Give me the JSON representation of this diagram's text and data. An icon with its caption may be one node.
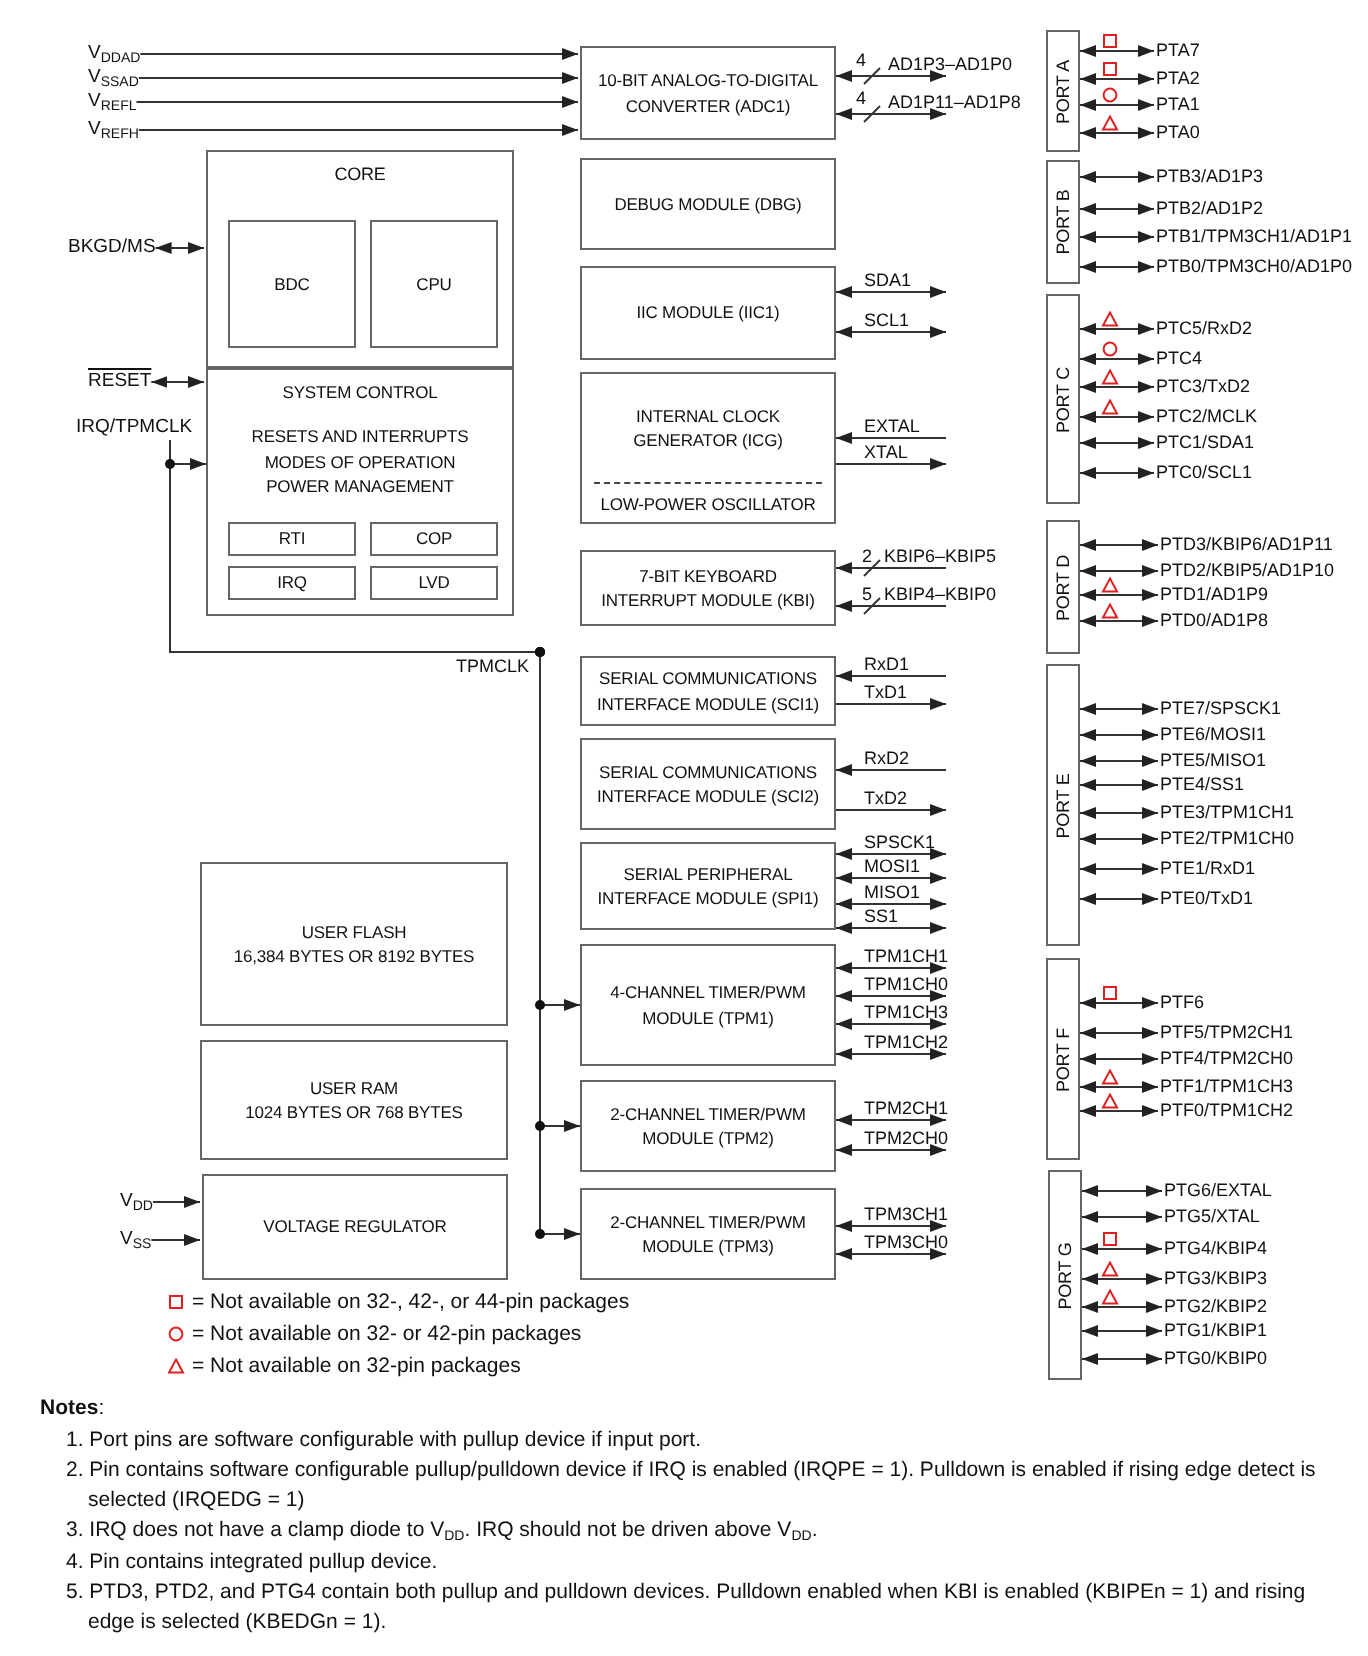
{
  "diagram": {
    "nodes": [
      {
        "text": [
          "V$_{DDAD}$"
        ]
      },
      {
        "text": [
          "V$_{SSAD}$"
        ]
      },
      {
        "text": [
          "V$_{REFL}$"
        ]
      },
      {
        "text": [
          "V$_{REFH}$"
        ]
      },
      {
        "text": [
          "10-BIT ANALOG-TO-DIGITAL CONVERTER (ADC1)"
        ]
      },
      {
        "text": [
          "PORT A"
        ]
      },
      {
        "text": [
          "PTA7"
        ]
      },
      {
        "text": [
          "PTA2"
        ]
      },
      {
        "text": [
          "PTA1"
        ]
      },
      {
        "text": [
          "PTA0"
        ]
      },
      {
        "text": [
          "CORE"
        ]
      },
      {
        "text": [
          "BDC"
        ],
        "in": 10
      },
      {
        "text": [
          "CPU"
        ],
        "in": 10
      },
      {
        "text": [
          "BKGD/MS"
        ]
      },
      {
        "text": [
          "DEBUG MODULE (DBG)"
        ]
      },
      {
        "text": [
          "PORT B"
        ]
      },
      {
        "text": [
          "PTB3/AD1P3"
        ]
      },
      {
        "text": [
          "PTB2/AD1P2"
        ]
      },
      {
        "text": [
          "PTB1/TPM3CH1/AD1P1"
        ]
      },
      {
        "text": [
          "PTB0/TPM3CH0/AD1P0"
        ]
      },
      {
        "text": [
          "IIC MODULE (IIC1)"
        ]
      },
      {
        "text": [
          "PORT C"
        ]
      },
      {
        "text": [
          "PTC5/RxD2"
        ]
      },
      {
        "text": [
          "PTC4"
        ]
      },
      {
        "text": [
          "PTC3/TxD2"
        ]
      },
      {
        "text": [
          "PTC2/MCLK"
        ]
      },
      {
        "text": [
          "PTC1/SDA1"
        ]
      },
      {
        "text": [
          "PTC0/SCL1"
        ]
      },
      {
        "text": [
          "SYSTEM CONTROL",
          "RESETS AND INTERRUPTS",
          "MODES OF OPERATION",
          "POWER MANAGEMENT"
        ]
      },
      {
        "text": [
          "RTI"
        ],
        "in": 28
      },
      {
        "text": [
          "COP"
        ],
        "in": 28
      },
      {
        "text": [
          "IRQ"
        ],
        "in": 28
      },
      {
        "text": [
          "LVD"
        ],
        "in": 28
      },
      {
        "text": [
          "RESET"
        ]
      },
      {
        "text": [
          "IRQ/TPMCLK"
        ]
      },
      {
        "text": [
          "INTERNAL CLOCK GENERATOR (ICG)",
          "LOW-POWER OSCILLATOR"
        ]
      },
      {
        "text": [
          "7-BIT KEYBOARD INTERRUPT MODULE (KBI)"
        ]
      },
      {
        "text": [
          "PORT D"
        ]
      },
      {
        "text": [
          "PTD3/KBIP6/AD1P11"
        ]
      },
      {
        "text": [
          "PTD2/KBIP5/AD1P10"
        ]
      },
      {
        "text": [
          "PTD1/AD1P9"
        ]
      },
      {
        "text": [
          "PTD0/AD1P8"
        ]
      },
      {
        "text": [
          "SERIAL COMMUNICATIONS INTERFACE MODULE (SCI1)"
        ]
      },
      {
        "text": [
          "PORT E"
        ]
      },
      {
        "text": [
          "PTE7/SPSCK1"
        ]
      },
      {
        "text": [
          "PTE6/MOSI1"
        ]
      },
      {
        "text": [
          "PTE5/MISO1"
        ]
      },
      {
        "text": [
          "PTE4/SS1"
        ]
      },
      {
        "text": [
          "PTE3/TPM1CH1"
        ]
      },
      {
        "text": [
          "PTE2/TPM1CH0"
        ]
      },
      {
        "text": [
          "PTE1/RxD1"
        ]
      },
      {
        "text": [
          "PTE0/TxD1"
        ]
      },
      {
        "text": [
          "SERIAL COMMUNICATIONS INTERFACE MODULE (SCI2)"
        ]
      },
      {
        "text": [
          "SERIAL PERIPHERAL INTERFACE MODULE (SPI1)"
        ]
      },
      {
        "text": [
          "USER FLASH",
          "16,384 BYTES OR 8192 BYTES"
        ]
      },
      {
        "text": [
          "4-CHANNEL TIMER/PWM MODULE (TPM1)"
        ]
      },
      {
        "text": [
          "PORT F"
        ]
      },
      {
        "text": [
          "PTF6"
        ]
      },
      {
        "text": [
          "PTF5/TPM2CH1"
        ]
      },
      {
        "text": [
          "PTF4/TPM2CH0"
        ]
      },
      {
        "text": [
          "PTF1/TPM1CH3"
        ]
      },
      {
        "text": [
          "PTF0/TPM1CH2"
        ]
      },
      {
        "text": [
          "USER RAM",
          "1024 BYTES OR 768 BYTES"
        ]
      },
      {
        "text": [
          "2-CHANNEL TIMER/PWM MODULE (TPM2)"
        ]
      },
      {
        "text": [
          "PORT G"
        ]
      },
      {
        "text": [
          "PTG6/EXTAL"
        ]
      },
      {
        "text": [
          "PTG5/XTAL"
        ]
      },
      {
        "text": [
          "PTG4/KBIP4"
        ]
      },
      {
        "text": [
          "PTG3/KBIP3"
        ]
      },
      {
        "text": [
          "PTG2/KBIP2"
        ]
      },
      {
        "text": [
          "PTG1/KBIP1"
        ]
      },
      {
        "text": [
          "PTG0/KBIP0"
        ]
      },
      {
        "text": [
          "V$_{DD}$"
        ]
      },
      {
        "text": [
          "V$_{SS}$"
        ]
      },
      {
        "text": [
          "VOLTAGE REGULATOR"
        ]
      },
      {
        "text": [
          "2-CHANNEL TIMER/PWM MODULE (TPM3)"
        ]
      }
    ],
    "edges": [
      {
        "from": 0,
        "to": 4,
        "arrow": "to"
      },
      {
        "from": 1,
        "to": 4,
        "arrow": "to"
      },
      {
        "from": 2,
        "to": 4,
        "arrow": "to"
      },
      {
        "from": 3,
        "to": 4,
        "arrow": "to"
      },
      {
        "from": 4,
        "to": null,
        "arrow": "both",
        "label": "AD1P3–AD1P0"
      },
      {
        "from": 4,
        "to": null,
        "arrow": "both",
        "label": "AD1P11–AD1P8"
      },
      {
        "from": 5,
        "to": 6,
        "arrow": "both"
      },
      {
        "from": 5,
        "to": 7,
        "arrow": "both"
      },
      {
        "from": 5,
        "to": 8,
        "arrow": "both"
      },
      {
        "from": 5,
        "to": 9,
        "arrow": "both"
      },
      {
        "from": 13,
        "to": 10,
        "arrow": "both"
      },
      {
        "from": 15,
        "to": 16,
        "arrow": "both"
      },
      {
        "from": 15,
        "to": 17,
        "arrow": "both"
      },
      {
        "from": 15,
        "to": 18,
        "arrow": "both"
      },
      {
        "from": 15,
        "to": 19,
        "arrow": "both"
      },
      {
        "from": 20,
        "to": null,
        "arrow": "both",
        "label": "SDA1"
      },
      {
        "from": 20,
        "to": null,
        "arrow": "both",
        "label": "SCL1"
      },
      {
        "from": 21,
        "to": 22,
        "arrow": "both"
      },
      {
        "from": 21,
        "to": 23,
        "arrow": "both"
      },
      {
        "from": 21,
        "to": 24,
        "arrow": "both"
      },
      {
        "from": 21,
        "to": 25,
        "arrow": "both"
      },
      {
        "from": 21,
        "to": 26,
        "arrow": "both"
      },
      {
        "from": 21,
        "to": 27,
        "arrow": "both"
      },
      {
        "from": 33,
        "to": 28,
        "arrow": "both"
      },
      {
        "from": 34,
        "to": 28,
        "arrow": "to"
      },
      {
        "from": null,
        "to": 35,
        "arrow": "to",
        "label": "EXTAL"
      },
      {
        "from": 35,
        "to": null,
        "arrow": "to",
        "label": "XTAL"
      },
      {
        "from": null,
        "to": 36,
        "arrow": "to",
        "label": "KBIP6–KBIP5"
      },
      {
        "from": null,
        "to": 36,
        "arrow": "to",
        "label": "KBIP4–KBIP0"
      },
      {
        "from": 37,
        "to": 38,
        "arrow": "both"
      },
      {
        "from": 37,
        "to": 39,
        "arrow": "both"
      },
      {
        "from": 37,
        "to": 40,
        "arrow": "both"
      },
      {
        "from": 37,
        "to": 41,
        "arrow": "both"
      },
      {
        "from": null,
        "to": 42,
        "arrow": "to",
        "label": "RxD1"
      },
      {
        "from": 42,
        "to": null,
        "arrow": "to",
        "label": "TxD1"
      },
      {
        "from": 43,
        "to": 44,
        "arrow": "both"
      },
      {
        "from": 43,
        "to": 45,
        "arrow": "both"
      },
      {
        "from": 43,
        "to": 46,
        "arrow": "both"
      },
      {
        "from": 43,
        "to": 47,
        "arrow": "both"
      },
      {
        "from": 43,
        "to": 48,
        "arrow": "both"
      },
      {
        "from": 43,
        "to": 49,
        "arrow": "both"
      },
      {
        "from": 43,
        "to": 50,
        "arrow": "both"
      },
      {
        "from": 43,
        "to": 51,
        "arrow": "both"
      },
      {
        "from": null,
        "to": 52,
        "arrow": "to",
        "label": "RxD2"
      },
      {
        "from": 52,
        "to": null,
        "arrow": "to",
        "label": "TxD2"
      },
      {
        "from": 53,
        "to": null,
        "arrow": "both",
        "label": "SPSCK1"
      },
      {
        "from": 53,
        "to": null,
        "arrow": "both",
        "label": "MOSI1"
      },
      {
        "from": 53,
        "to": null,
        "arrow": "both",
        "label": "MISO1"
      },
      {
        "from": 53,
        "to": null,
        "arrow": "both",
        "label": "SS1"
      },
      {
        "from": 56,
        "to": 57,
        "arrow": "both"
      },
      {
        "from": 56,
        "to": 58,
        "arrow": "both"
      },
      {
        "from": 56,
        "to": 59,
        "arrow": "both"
      },
      {
        "from": 56,
        "to": 60,
        "arrow": "both"
      },
      {
        "from": 56,
        "to": 61,
        "arrow": "both"
      },
      {
        "from": 34,
        "to": 55,
        "arrow": "to",
        "label": "TPMCLK"
      },
      {
        "from": 55,
        "to": null,
        "arrow": "both",
        "label": "TPM1CH1"
      },
      {
        "from": 55,
        "to": null,
        "arrow": "both",
        "label": "TPM1CH0"
      },
      {
        "from": 55,
        "to": null,
        "arrow": "both",
        "label": "TPM1CH3"
      },
      {
        "from": 55,
        "to": null,
        "arrow": "both",
        "label": "TPM1CH2"
      },
      {
        "from": 34,
        "to": 63,
        "arrow": "to"
      },
      {
        "from": 63,
        "to": null,
        "arrow": "both",
        "label": "TPM2CH1"
      },
      {
        "from": 63,
        "to": null,
        "arrow": "both",
        "label": "TPM2CH0"
      },
      {
        "from": 64,
        "to": 65,
        "arrow": "both"
      },
      {
        "from": 64,
        "to": 66,
        "arrow": "both"
      },
      {
        "from": 64,
        "to": 67,
        "arrow": "both"
      },
      {
        "from": 64,
        "to": 68,
        "arrow": "both"
      },
      {
        "from": 64,
        "to": 69,
        "arrow": "both"
      },
      {
        "from": 64,
        "to": 70,
        "arrow": "both"
      },
      {
        "from": 64,
        "to": 71,
        "arrow": "both"
      },
      {
        "from": 72,
        "to": 74,
        "arrow": "to"
      },
      {
        "from": 73,
        "to": 74,
        "arrow": "to"
      },
      {
        "from": 34,
        "to": 75,
        "arrow": "to"
      },
      {
        "from": 75,
        "to": null,
        "arrow": "both",
        "label": "TPM3CH1"
      },
      {
        "from": 75,
        "to": null,
        "arrow": "both",
        "label": "TPM3CH0"
      }
    ],
    "labels": [
      "4",
      "4",
      "2",
      "5",
      "**Notes**:",
      "1. Port pins are software configurable with pullup device if input port.",
      "2. Pin contains software configurable pullup/pulldown device if IRQ is enabled (IRQPE = 1). Pulldown is enabled if rising edge detect is selected (IRQEDG = 1)",
      "3. IRQ does not have a clamp diode to V$_{DD}$. IRQ should not be driven above V$_{DD}$.",
      "4. Pin contains integrated pullup device.",
      "5. PTD3, PTD2, and PTG4 contain both pullup and pulldown devices. Pulldown enabled when KBI is enabled (KBIPEn = 1) and rising edge is selected (KBEDGn = 1)."
    ],
    "legend": [
      {
        "text": "= Not available on 32-, 42-, or 44-pin packages"
      },
      {
        "text": "= Not available on 32- or 42-pin packages"
      },
      {
        "text": "= Not available on 32-pin packages"
      }
    ]
  }
}
